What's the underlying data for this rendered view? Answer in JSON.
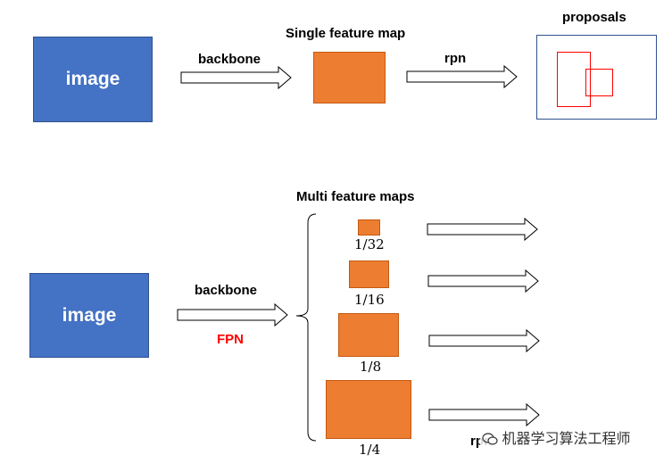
{
  "top": {
    "image_label": "image",
    "backbone_label": "backbone",
    "feature_map_title": "Single feature map",
    "rpn_label": "rpn",
    "proposals_label": "proposals"
  },
  "bottom": {
    "image_label": "image",
    "backbone_label": "backbone",
    "fpn_label": "FPN",
    "feature_maps_title": "Multi feature maps",
    "scales": [
      "1/32",
      "1/16",
      "1/8",
      "1/4"
    ],
    "rpn_label": "rpn"
  },
  "watermark": {
    "text": "机器学习算法工程师"
  },
  "colors": {
    "image_blue": "#4472c4",
    "feature_orange": "#ed7d31",
    "fpn_red": "#ff0000",
    "proposal_red": "#ff0000"
  }
}
